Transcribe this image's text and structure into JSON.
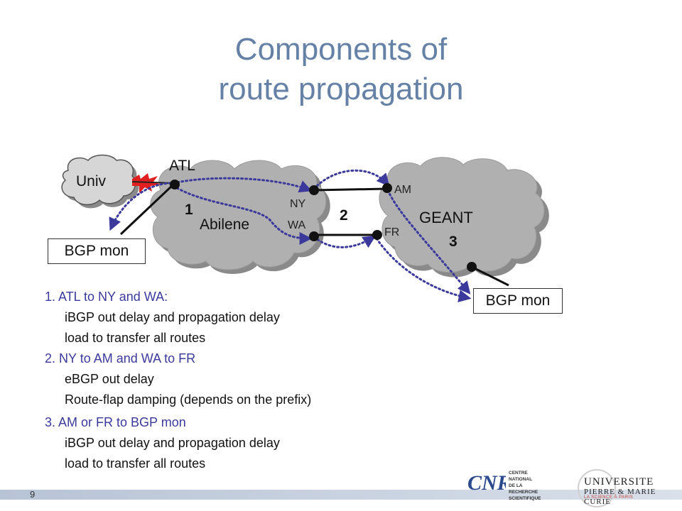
{
  "title": {
    "line1": "Components of",
    "line2": "route propagation"
  },
  "diagram": {
    "clouds": {
      "univ": "Univ",
      "abilene": "Abilene",
      "geant": "GEANT"
    },
    "nodes": {
      "atl": "ATL",
      "ny": "NY",
      "wa": "WA",
      "am": "AM",
      "fr": "FR"
    },
    "step_numbers": {
      "one": "1",
      "two": "2",
      "three": "3"
    },
    "bgp_mon_left": "BGP mon",
    "bgp_mon_right": "BGP mon"
  },
  "notes": [
    {
      "heading": "1. ATL to NY and WA:",
      "details": [
        "iBGP out delay and propagation delay",
        "load to transfer all routes"
      ]
    },
    {
      "heading": "2. NY to AM and WA to FR",
      "details": [
        "eBGP  out delay",
        "Route-flap damping (depends on the prefix)"
      ]
    },
    {
      "heading": "3. AM or FR to BGP mon",
      "details": [
        "iBGP out delay and propagation delay",
        "load to transfer all routes"
      ]
    }
  ],
  "footer": {
    "slide_number": "9",
    "cnrs_logo_text": "CNRS",
    "cnrs_caption": [
      "CENTRE NATIONAL",
      "DE LA RECHERCHE",
      "SCIENTIFIQUE"
    ],
    "upmc_name_line1": "UNIVERSITE",
    "upmc_name_line2": "PIERRE & MARIE CURIE",
    "upmc_tagline": "LA SCIENCE À PARIS"
  },
  "colors": {
    "title": "#6581a5",
    "cloud": "#b0b0b0",
    "cloud_shadow": "#8a8a8a",
    "arrow": "#3b3a9c",
    "flash": "#e02020"
  }
}
